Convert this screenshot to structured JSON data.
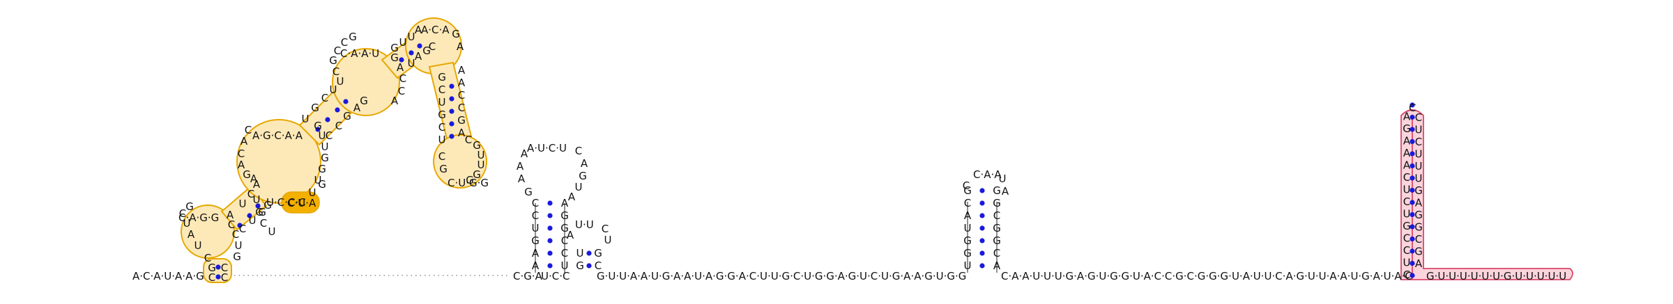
{
  "leader": "A·C·A·U·A·A·G",
  "linker": "C·G·A",
  "hp_a_sep": "U·C·C",
  "middle_run": "G·U·U·A·A·U·G·A·A·U·A·G·G·A·C·U·U·G·C·U·G·G·A·G·U·C·U·G·A·A·G·U·G·G",
  "after_hp_c": "C·A·A·U·U·U·G·A·G·U·G·G·U·A·C·C·G·C·G·G·G·U·A·U·U·C·A·G·U·U·A·A·U·G·A·U·A·C",
  "tail": "G·U·U·U·U·U·U·G·U·U·U·U·U",
  "hp_a": {
    "left": [
      "A",
      "A",
      "G",
      "U",
      "C",
      "C"
    ],
    "right": [
      "U",
      "C",
      "C",
      "G",
      "G",
      "A"
    ],
    "loop_left": [
      "G",
      "A",
      "A",
      "A"
    ],
    "loop_top": "A·U·C·U",
    "loop_right": [
      "C",
      "A",
      "G",
      "U",
      "A"
    ]
  },
  "hp_b": {
    "left": [
      "G",
      "U"
    ],
    "right": [
      "C",
      "G"
    ],
    "loop_left": "A",
    "loop_top": "U·U",
    "loop_right": [
      "C",
      "U"
    ]
  },
  "hp_c": {
    "left": [
      "U",
      "G",
      "G",
      "U",
      "A",
      "C",
      "G"
    ],
    "right": [
      "A",
      "C",
      "G",
      "G",
      "C",
      "G",
      "G"
    ],
    "loop_top": "C·A·A",
    "loop_right": [
      "U",
      "A"
    ]
  },
  "hp_d": {
    "left": [
      "C",
      "U",
      "C",
      "C",
      "G",
      "U",
      "C",
      "U",
      "C",
      "A",
      "A",
      "A",
      "G",
      "A"
    ],
    "right": [
      "A",
      "G",
      "C",
      "G",
      "G",
      "A",
      "G",
      "U",
      "U",
      "U",
      "C",
      "U",
      "C"
    ],
    "top": "C"
  },
  "domain": {
    "outer_loop_left": [
      "C",
      "U",
      "A",
      "U",
      "C",
      "G"
    ],
    "outer_loop_top": "C·A·G·G",
    "mid_loop_left": [
      "A",
      "C",
      "A",
      "C",
      "A",
      "G"
    ],
    "mid_loop_top": "A·G·C·A·A",
    "upper_loop_left": [
      "C",
      "G",
      "C",
      "C",
      "G"
    ],
    "upper_loop_top": "C·A·A·U",
    "top_loop": "A·C·A",
    "top_loop_right": [
      "G",
      "A"
    ],
    "side_loop_bottom": "C·U·G·G",
    "side_loop_right": [
      "C",
      "G",
      "U",
      "U",
      "G",
      "G"
    ],
    "side_stem_right": [
      "A",
      "G",
      "C",
      "C",
      "A",
      "A"
    ],
    "side_stem_left": [
      "U",
      "C",
      "G",
      "U",
      "C",
      "G"
    ],
    "unpaired_run": "U·C·C·C",
    "highlight": "C·U·A",
    "accent_pairs": [
      "U",
      "G",
      "C",
      "U",
      "U",
      "G"
    ]
  }
}
